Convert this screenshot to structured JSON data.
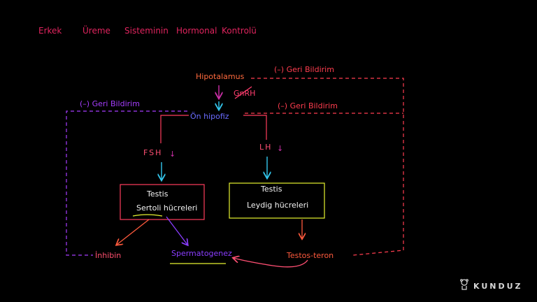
{
  "title_words": [
    "Erkek",
    "Üreme",
    "Sisteminin",
    "Hormonal",
    "Kontrolü"
  ],
  "nodes": {
    "hipotalamus": "Hipotalamus",
    "gnrh": "GnRH",
    "on_hipofiz": "Ön hipofiz",
    "fsh": "FSH",
    "lh": "LH",
    "testis_left_title": "Testis",
    "sertoli": "Sertoli hücreleri",
    "testis_right_title": "Testis",
    "leydig": "Leydig hücreleri",
    "inhibin": "İnhibin",
    "spermatogenez": "Spermatogenez",
    "testosteron": "Testos-teron"
  },
  "feedback_labels": {
    "top_right": "(–) Geri Bildirim",
    "mid_right": "(–) Geri Bildirim",
    "left": "(–) Geri Bildirim"
  },
  "arrows_down_symbol": "↓",
  "brand": {
    "name": "KUNDUZ"
  },
  "colors": {
    "background": "#000000",
    "title": "#e0245e",
    "hipotalamus": "#ff6a3d",
    "gnrh": "#ff3d6e",
    "magenta_arrow": "#cc2fa8",
    "on_hipofiz": "#6a6cff",
    "fsh_lh": "#ff4f73",
    "cyan": "#33c7ee",
    "sertoli_box": "#ff3d5c",
    "leydig_box": "#e7f230",
    "inhibin": "#ff4f6e",
    "spermatogenez": "#8a3dff",
    "testosteron": "#ff5a3d",
    "feedback_red": "#ff3d4f",
    "feedback_purple": "#a63dff",
    "brand": "#d8d8d8"
  }
}
